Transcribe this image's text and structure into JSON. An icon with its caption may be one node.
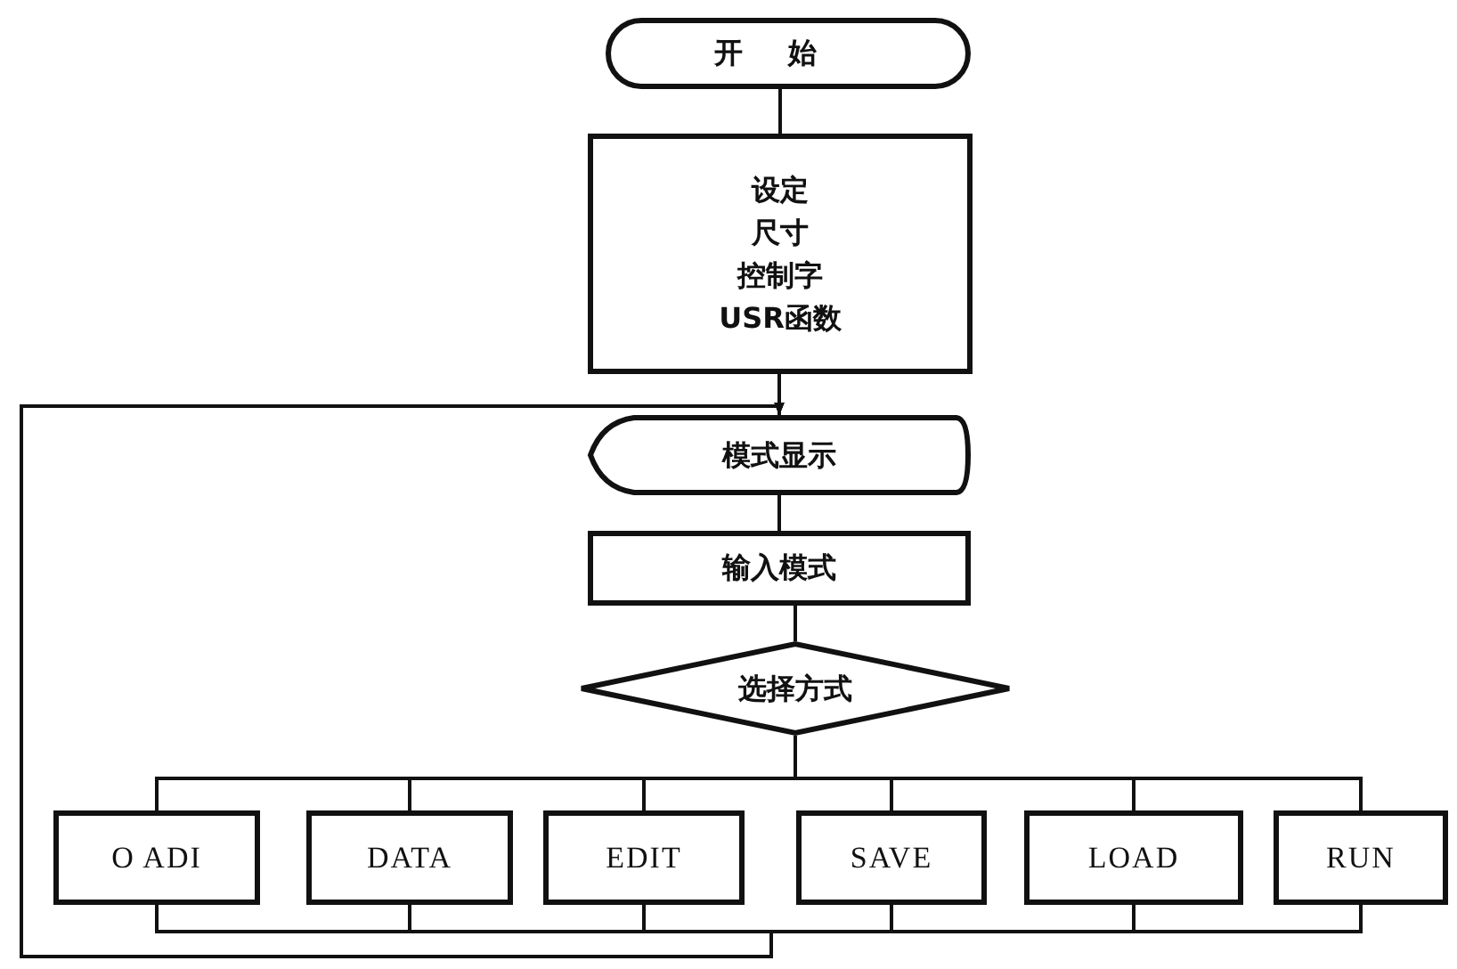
{
  "diagram": {
    "nodes": [
      {
        "text": [
          "开始"
        ]
      },
      {
        "text": [
          "设定",
          "尺寸",
          "控制字",
          "USR函数"
        ]
      },
      {
        "text": [
          "模式显示"
        ]
      },
      {
        "text": [
          "输入模式"
        ]
      },
      {
        "text": [
          "选择方式"
        ]
      },
      {
        "text": [
          "O ADI"
        ]
      },
      {
        "text": [
          "DATA"
        ]
      },
      {
        "text": [
          "EDIT"
        ]
      },
      {
        "text": [
          "SAVE"
        ]
      },
      {
        "text": [
          "LOAD"
        ]
      },
      {
        "text": [
          "RUN"
        ]
      }
    ],
    "edges": [
      {
        "from": 0,
        "to": 1,
        "arrow": "none"
      },
      {
        "from": 1,
        "to": 2,
        "arrow": "none"
      },
      {
        "from": 2,
        "to": 3,
        "arrow": "none"
      },
      {
        "from": 3,
        "to": 4,
        "arrow": "none"
      },
      {
        "from": 4,
        "to": 5,
        "arrow": "none"
      },
      {
        "from": 4,
        "to": 6,
        "arrow": "none"
      },
      {
        "from": 4,
        "to": 7,
        "arrow": "none"
      },
      {
        "from": 4,
        "to": 8,
        "arrow": "none"
      },
      {
        "from": 4,
        "to": 9,
        "arrow": "none"
      },
      {
        "from": 4,
        "to": 10,
        "arrow": "none"
      },
      {
        "from": 5,
        "to": 2,
        "arrow": "to"
      },
      {
        "from": 6,
        "to": 2,
        "arrow": "to"
      },
      {
        "from": 7,
        "to": 2,
        "arrow": "to"
      },
      {
        "from": 8,
        "to": 2,
        "arrow": "to"
      },
      {
        "from": 9,
        "to": 2,
        "arrow": "to"
      },
      {
        "from": 10,
        "to": 2,
        "arrow": "to"
      }
    ]
  }
}
